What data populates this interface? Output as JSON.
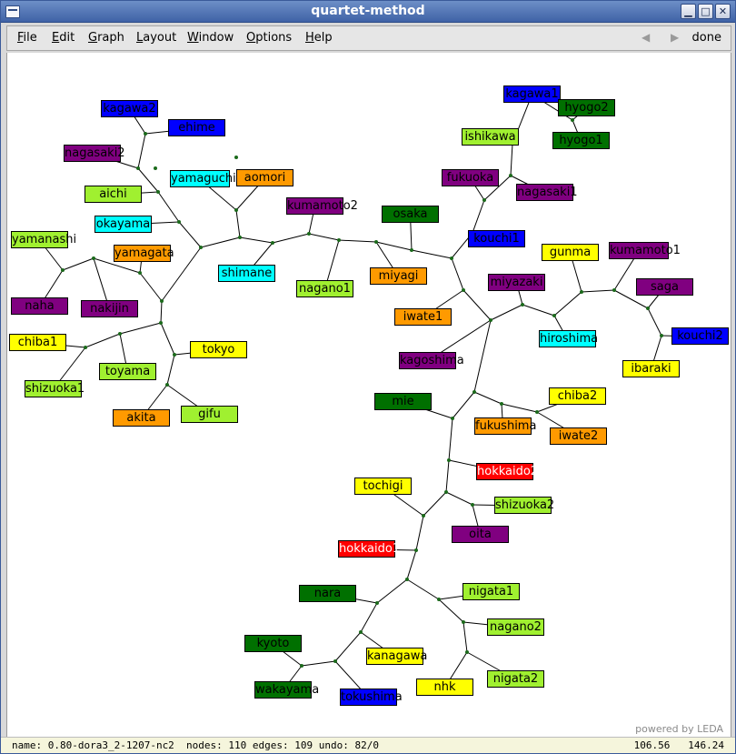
{
  "window": {
    "title": "quartet-method",
    "buttons": {
      "minimize": "▁",
      "maximize": "□",
      "close": "✕"
    }
  },
  "menubar": {
    "items": [
      {
        "label": "File",
        "u": "F",
        "rest": "ile"
      },
      {
        "label": "Edit",
        "u": "E",
        "rest": "dit"
      },
      {
        "label": "Graph",
        "u": "G",
        "rest": "raph"
      },
      {
        "label": "Layout",
        "u": "L",
        "rest": "ayout"
      },
      {
        "label": "Window",
        "u": "W",
        "rest": "indow"
      },
      {
        "label": "Options",
        "u": "O",
        "rest": "ptions"
      },
      {
        "label": "Help",
        "u": "H",
        "rest": "elp"
      }
    ],
    "back_glyph": "◀",
    "forward_glyph": "▶",
    "done_label": "done"
  },
  "colors": {
    "purple": "#800080",
    "blue": "#0000ff",
    "dgreen": "#007000",
    "lgreen": "#a0f030",
    "yellow": "#ffff00",
    "orange": "#ff9a00",
    "cyan": "#00ffff",
    "red": "#ff0000"
  },
  "graph": {
    "nodes": [
      {
        "id": "kagawa2",
        "label": "kagawa2",
        "color": "blue"
      },
      {
        "id": "ehime",
        "label": "ehime",
        "color": "blue"
      },
      {
        "id": "nagasaki2",
        "label": "nagasaki2",
        "color": "purple"
      },
      {
        "id": "aichi",
        "label": "aichi",
        "color": "lgreen"
      },
      {
        "id": "yamaguchi",
        "label": "yamaguchi",
        "color": "cyan"
      },
      {
        "id": "aomori",
        "label": "aomori",
        "color": "orange"
      },
      {
        "id": "okayama",
        "label": "okayama",
        "color": "cyan"
      },
      {
        "id": "kumamoto2",
        "label": "kumamoto2",
        "color": "purple"
      },
      {
        "id": "yamanashi",
        "label": "yamanashi",
        "color": "lgreen"
      },
      {
        "id": "yamagata",
        "label": "yamagata",
        "color": "orange"
      },
      {
        "id": "shimane",
        "label": "shimane",
        "color": "cyan"
      },
      {
        "id": "naha",
        "label": "naha",
        "color": "purple"
      },
      {
        "id": "nakijin",
        "label": "nakijin",
        "color": "purple"
      },
      {
        "id": "nagano1",
        "label": "nagano1",
        "color": "lgreen"
      },
      {
        "id": "chiba1",
        "label": "chiba1",
        "color": "yellow"
      },
      {
        "id": "toyama",
        "label": "toyama",
        "color": "lgreen"
      },
      {
        "id": "tokyo",
        "label": "tokyo",
        "color": "yellow"
      },
      {
        "id": "shizuoka1",
        "label": "shizuoka1",
        "color": "lgreen"
      },
      {
        "id": "akita",
        "label": "akita",
        "color": "orange"
      },
      {
        "id": "gifu",
        "label": "gifu",
        "color": "lgreen"
      },
      {
        "id": "osaka",
        "label": "osaka",
        "color": "dgreen"
      },
      {
        "id": "miyagi",
        "label": "miyagi",
        "color": "orange"
      },
      {
        "id": "kagawa1",
        "label": "kagawa1",
        "color": "blue"
      },
      {
        "id": "hyogo2",
        "label": "hyogo2",
        "color": "dgreen"
      },
      {
        "id": "ishikawa",
        "label": "ishikawa",
        "color": "lgreen"
      },
      {
        "id": "hyogo1",
        "label": "hyogo1",
        "color": "dgreen"
      },
      {
        "id": "fukuoka",
        "label": "fukuoka",
        "color": "purple"
      },
      {
        "id": "nagasaki1",
        "label": "nagasaki1",
        "color": "purple"
      },
      {
        "id": "kouchi1",
        "label": "kouchi1",
        "color": "blue"
      },
      {
        "id": "gunma",
        "label": "gunma",
        "color": "yellow"
      },
      {
        "id": "kumamoto1",
        "label": "kumamoto1",
        "color": "purple"
      },
      {
        "id": "miyazaki",
        "label": "miyazaki",
        "color": "purple"
      },
      {
        "id": "saga",
        "label": "saga",
        "color": "purple"
      },
      {
        "id": "iwate1",
        "label": "iwate1",
        "color": "orange"
      },
      {
        "id": "hiroshima",
        "label": "hiroshima",
        "color": "cyan"
      },
      {
        "id": "kouchi2",
        "label": "kouchi2",
        "color": "blue"
      },
      {
        "id": "kagoshima",
        "label": "kagoshima",
        "color": "purple"
      },
      {
        "id": "ibaraki",
        "label": "ibaraki",
        "color": "yellow"
      },
      {
        "id": "mie",
        "label": "mie",
        "color": "dgreen"
      },
      {
        "id": "chiba2",
        "label": "chiba2",
        "color": "yellow"
      },
      {
        "id": "fukushima",
        "label": "fukushima",
        "color": "orange"
      },
      {
        "id": "iwate2",
        "label": "iwate2",
        "color": "orange"
      },
      {
        "id": "hokkaido2",
        "label": "hokkaido2",
        "color": "red"
      },
      {
        "id": "tochigi",
        "label": "tochigi",
        "color": "yellow"
      },
      {
        "id": "shizuoka2",
        "label": "shizuoka2",
        "color": "lgreen"
      },
      {
        "id": "oita",
        "label": "oita",
        "color": "purple"
      },
      {
        "id": "hokkaido1",
        "label": "hokkaido1",
        "color": "red"
      },
      {
        "id": "nara",
        "label": "nara",
        "color": "dgreen"
      },
      {
        "id": "nigata1",
        "label": "nigata1",
        "color": "lgreen"
      },
      {
        "id": "nagano2",
        "label": "nagano2",
        "color": "lgreen"
      },
      {
        "id": "kyoto",
        "label": "kyoto",
        "color": "dgreen"
      },
      {
        "id": "kanagawa",
        "label": "kanagawa",
        "color": "yellow"
      },
      {
        "id": "wakayama",
        "label": "wakayama",
        "color": "dgreen"
      },
      {
        "id": "tokushima",
        "label": "tokushima",
        "color": "blue"
      },
      {
        "id": "nhk",
        "label": "nhk",
        "color": "yellow"
      },
      {
        "id": "nigata2",
        "label": "nigata2",
        "color": "lgreen"
      }
    ]
  },
  "powered_by": "powered by LEDA",
  "status": {
    "left": "name: 0.80-dora3_2-1207-nc2  nodes: 110 edges: 109 undo: 82/0",
    "right": "106.56   146.24"
  }
}
